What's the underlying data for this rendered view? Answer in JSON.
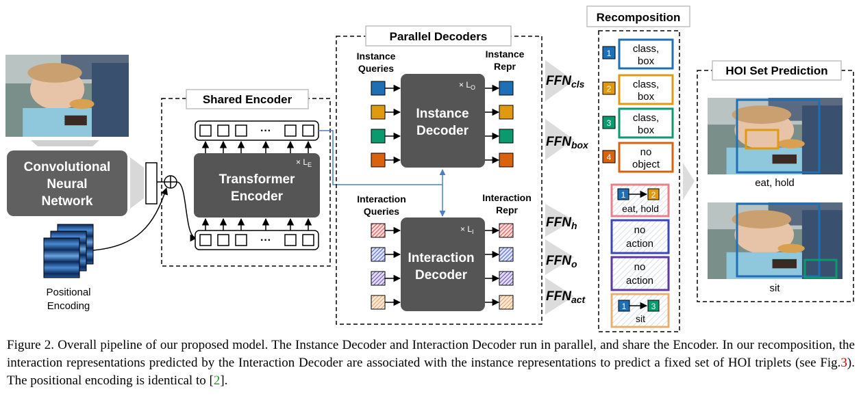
{
  "colors": {
    "block_dark": "#555555",
    "cnn_gray": "#606060",
    "query_blue": "#1f6fb5",
    "query_orange": "#e09a10",
    "query_green": "#0a9a6e",
    "query_red": "#d9620f",
    "hatch_red": "#e24a4a",
    "hatch_blue": "#4a62d4",
    "hatch_purple": "#6a4ab8",
    "hatch_orange": "#e8a060",
    "box_pink": "#e8808a",
    "box_indigo": "#3c46b4",
    "box_purple": "#5a3aa0",
    "box_tan": "#e8b070",
    "connector_blue": "#4a80c0"
  },
  "icons": {
    "photo": "photo-child-eating",
    "sum": "circle-plus-icon",
    "arrow": "arrow-icon",
    "positional": "positional-encoding-waves-icon"
  },
  "labels": {
    "cnn": [
      "Convolutional",
      "Neural",
      "Network"
    ],
    "positional": [
      "Positional",
      "Encoding"
    ],
    "shared_encoder": "Shared Encoder",
    "transformer": [
      "Transformer",
      "Encoder"
    ],
    "layers_e": "× L",
    "layers_e_sub": "E",
    "ellipsis": "···",
    "parallel_decoders": "Parallel Decoders",
    "instance_queries": [
      "Instance",
      "Queries"
    ],
    "instance_repr": [
      "Instance",
      "Repr"
    ],
    "instance_decoder": [
      "Instance",
      "Decoder"
    ],
    "layers_o": "× L",
    "layers_o_sub": "O",
    "interaction_queries": [
      "Interaction",
      "Queries"
    ],
    "interaction_repr": [
      "Interaction",
      "Repr"
    ],
    "interaction_decoder": [
      "Interaction",
      "Decoder"
    ],
    "layers_i": "× L",
    "layers_i_sub": "I",
    "ffn": "FFN",
    "ffn_cls": "cls",
    "ffn_box": "box",
    "ffn_h": "h",
    "ffn_o": "o",
    "ffn_act": "act",
    "recomposition": "Recomposition",
    "hoi_set_prediction": "HOI Set Prediction"
  },
  "instances": [
    {
      "num": "1",
      "lines": [
        "class,",
        "box"
      ],
      "color": "#1f6fb5"
    },
    {
      "num": "2",
      "lines": [
        "class,",
        "box"
      ],
      "color": "#e09a10"
    },
    {
      "num": "3",
      "lines": [
        "class,",
        "box"
      ],
      "color": "#0a9a6e"
    },
    {
      "num": "4",
      "lines": [
        "no",
        "object"
      ],
      "color": "#d9620f"
    }
  ],
  "interactions": [
    {
      "from": "1",
      "to": "2",
      "lines": [
        "eat, hold"
      ],
      "color": "#e8808a"
    },
    {
      "lines": [
        "no",
        "action"
      ],
      "color": "#3c46b4"
    },
    {
      "lines": [
        "no",
        "action"
      ],
      "color": "#5a3aa0"
    },
    {
      "from": "1",
      "to": "3",
      "lines": [
        "sit"
      ],
      "color": "#e8b070"
    }
  ],
  "predictions": [
    {
      "label": "eat, hold"
    },
    {
      "label": "sit"
    }
  ],
  "caption": {
    "prefix": "Figure 2. Overall pipeline of our proposed model. The Instance Decoder and Interaction Decoder run in parallel, and share the Encoder. In our recomposition, the interaction representations predicted by the Interaction Decoder are associated with the instance representations to predict a fixed set of HOI triplets (see Fig.",
    "fig_ref": "3",
    "middle": "). The positional encoding is identical to [",
    "cite": "2",
    "suffix": "]."
  }
}
